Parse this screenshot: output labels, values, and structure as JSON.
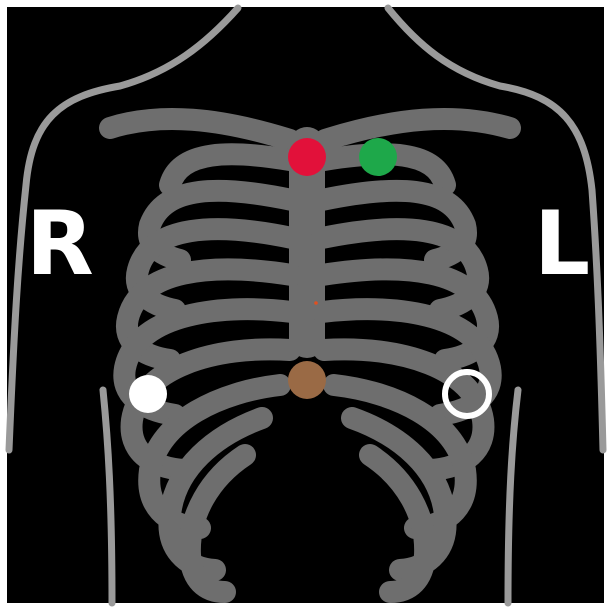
{
  "labels": {
    "right": "R",
    "left": "L"
  },
  "colors": {
    "background": "#000000",
    "frame": "#ffffff",
    "body_outline": "#9a9a9a",
    "ribcage": "#6e6e6e",
    "label_text": "#ffffff",
    "electrode_red": "#e2113a",
    "electrode_green": "#1ea84a",
    "electrode_brown": "#9a6a45",
    "electrode_white": "#ffffff",
    "electrode_white_ring": "#ffffff"
  },
  "electrodes": [
    {
      "id": "red",
      "color_key": "electrode_red",
      "fill": "solid"
    },
    {
      "id": "green",
      "color_key": "electrode_green",
      "fill": "solid"
    },
    {
      "id": "brown",
      "color_key": "electrode_brown",
      "fill": "solid"
    },
    {
      "id": "white",
      "color_key": "electrode_white",
      "fill": "solid"
    },
    {
      "id": "white-outline",
      "color_key": "electrode_white_ring",
      "fill": "outline"
    }
  ]
}
